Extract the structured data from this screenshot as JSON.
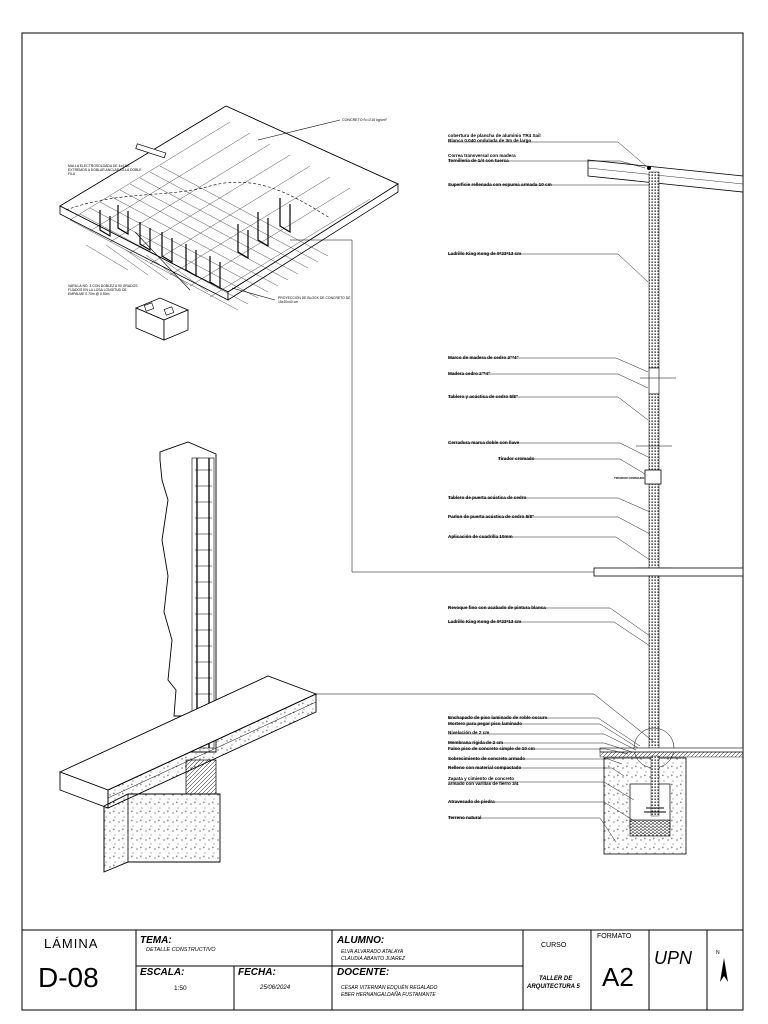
{
  "detail_labels": {
    "axo_slab": [
      "CONCRETO f'c=210 kg/cm²",
      "MALLA ELECTROSOLDADA DE 4x4 DE EXTREMOS A DOBLAR ANCLADA A LA DOBLE FILA",
      "VARILLA NO. 3 CON DOBLEZ A 90 GRADOS FIJADOS EN LA LOSA LONGITUD DE EMPALME 0.70m @ 0.50m",
      "PROYECCIÓN DE BLOCK DE CONCRETO DE 15x20x40 cm"
    ],
    "section_right": [
      "cobertura de plancha de aluminio TR4 Sail\nBlanca 0.040 ondulada de 3m de largo",
      "Correa transversal con madera\nTornillería de 1/4 con tuerca",
      "Superficie rellenada con espuma armada 10 cm",
      "Ladrillo King Kong de 9*23*13 cm",
      "Marco de madera de cedro 2\"*4\"",
      "Madera cedro 2\"*4\"",
      "Tablero y acústica de cedro 5/8\"",
      "Cerradura marca doble con llave",
      "Tirador cromado",
      "Tablero de puerta acústica de cedro",
      "Parlon de puerta acústica de cedro 5/8\"",
      "Aplicación de cuadrilla 10mm",
      "Revoque fino con acabado de pintura blanca",
      "Ladrillo King Kong de 9*23*13 cm",
      "Enchapado de piso laminado de roble oscuro",
      "Mortero para pegar piso laminado",
      "Nivelación de 2 cm",
      "Membrana rígida de 2 cm",
      "Falso piso de concreto simple de 10 cm",
      "Sobrecimiento de concreto armado",
      "Relleno con material compactado",
      "Zapata y cimiento de concreto\narmado con varillas de fierro 3/4",
      "Atravesado de piedra",
      "Terreno natural"
    ],
    "door_small": "TIRADOR CROMADO"
  },
  "title_block": {
    "lamina_label": "LÁMINA",
    "lamina_value": "D-08",
    "tema_label": "TEMA:",
    "tema_value": "DETALLE CONSTRUCTIVO",
    "escala_label": "ESCALA:",
    "escala_value": "1:50",
    "fecha_label": "FECHA:",
    "fecha_value": "25/06/2024",
    "alumno_label": "ALUMNO:",
    "alumno_1": "ELVA ALVARADO ATALAYA",
    "alumno_2": "CLAUDIA ABANTO JUAREZ",
    "docente_label": "DOCENTE:",
    "docente_1": "CÉSAR VITERMAN EDQUÉN REGALADO",
    "docente_2": "EBER HERNANGALDAÑA FUSTAMANTE",
    "curso_label": "CURSO",
    "curso_value_1": "TALLER DE",
    "curso_value_2": "ARQUITECTURA 5",
    "formato_label": "FORMATO",
    "formato_value": "A2",
    "logo": "UPN",
    "north": "N"
  }
}
